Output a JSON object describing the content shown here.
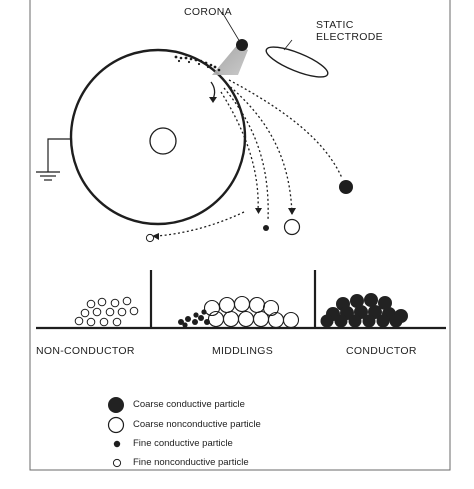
{
  "labels": {
    "corona": "CORONA",
    "static_electrode_line1": "STATIC",
    "static_electrode_line2": "ELECTRODE",
    "bin_non_conductor": "NON-CONDUCTOR",
    "bin_middlings": "MIDDLINGS",
    "bin_conductor": "CONDUCTOR"
  },
  "legend": [
    {
      "label": "Coarse conductive particle",
      "marker": "filled-large"
    },
    {
      "label": "Coarse nonconductive particle",
      "marker": "hollow-large"
    },
    {
      "label": "Fine conductive particle",
      "marker": "filled-small"
    },
    {
      "label": "Fine nonconductive particle",
      "marker": "hollow-small"
    }
  ],
  "colors": {
    "ink": "#1e1e1e",
    "corona_fill": "#8c8c8c",
    "conductive_particle": "#222222",
    "background": "#ffffff"
  }
}
